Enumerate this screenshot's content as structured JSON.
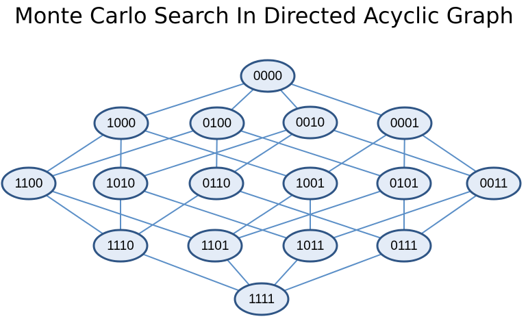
{
  "title": "Monte Carlo Search In Directed Acyclic Graph",
  "colors": {
    "edge": "#5b8fc7",
    "node_fill": "#e4ecf7",
    "node_stroke": "#2f5585",
    "text": "#000000"
  },
  "nodes": [
    {
      "id": "0000",
      "label": "0000"
    },
    {
      "id": "1000",
      "label": "1000"
    },
    {
      "id": "0100",
      "label": "0100"
    },
    {
      "id": "0010",
      "label": "0010"
    },
    {
      "id": "0001",
      "label": "0001"
    },
    {
      "id": "1100",
      "label": "1100"
    },
    {
      "id": "1010",
      "label": "1010"
    },
    {
      "id": "0110",
      "label": "0110"
    },
    {
      "id": "1001",
      "label": "1001"
    },
    {
      "id": "0101",
      "label": "0101"
    },
    {
      "id": "0011",
      "label": "0011"
    },
    {
      "id": "1110",
      "label": "1110"
    },
    {
      "id": "1101",
      "label": "1101"
    },
    {
      "id": "1011",
      "label": "1011"
    },
    {
      "id": "0111",
      "label": "0111"
    },
    {
      "id": "1111",
      "label": "1111"
    }
  ],
  "edges": [
    [
      "0000",
      "1000"
    ],
    [
      "0000",
      "0100"
    ],
    [
      "0000",
      "0010"
    ],
    [
      "0000",
      "0001"
    ],
    [
      "1000",
      "1100"
    ],
    [
      "1000",
      "1010"
    ],
    [
      "1000",
      "1001"
    ],
    [
      "0100",
      "1100"
    ],
    [
      "0100",
      "0110"
    ],
    [
      "0100",
      "0101"
    ],
    [
      "0010",
      "1010"
    ],
    [
      "0010",
      "0110"
    ],
    [
      "0010",
      "0011"
    ],
    [
      "0001",
      "1001"
    ],
    [
      "0001",
      "0101"
    ],
    [
      "0001",
      "0011"
    ],
    [
      "1100",
      "1110"
    ],
    [
      "1100",
      "1101"
    ],
    [
      "1010",
      "1110"
    ],
    [
      "1010",
      "1011"
    ],
    [
      "0110",
      "1110"
    ],
    [
      "0110",
      "0111"
    ],
    [
      "1001",
      "1101"
    ],
    [
      "1001",
      "1011"
    ],
    [
      "0101",
      "1101"
    ],
    [
      "0101",
      "0111"
    ],
    [
      "0011",
      "1011"
    ],
    [
      "0011",
      "0111"
    ],
    [
      "1110",
      "1111"
    ],
    [
      "1101",
      "1111"
    ],
    [
      "1011",
      "1111"
    ],
    [
      "0111",
      "1111"
    ]
  ]
}
